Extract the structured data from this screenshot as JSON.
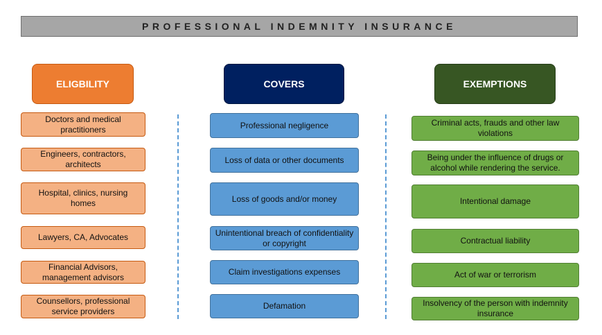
{
  "title": "PROFESSIONAL INDEMNITY INSURANCE",
  "columns": {
    "eligibility": {
      "header": "ELIGBILITY",
      "items": [
        "Doctors and medical practitioners",
        "Engineers, contractors, architects",
        "Hospital, clinics, nursing homes",
        "Lawyers, CA, Advocates",
        "Financial Advisors, management advisors",
        "Counsellors, professional service providers"
      ]
    },
    "covers": {
      "header": "COVERS",
      "items": [
        "Professional negligence",
        "Loss of data or other documents",
        "Loss of goods and/or money",
        "Unintentional breach of confidentiality or copyright",
        "Claim investigations expenses",
        "Defamation"
      ]
    },
    "exemptions": {
      "header": "EXEMPTIONS",
      "items": [
        "Criminal acts, frauds and other law violations",
        "Being under the influence of drugs or alcohol while rendering the service.",
        "Intentional damage",
        "Contractual liability",
        "Act of war or terrorism",
        "Insolvency of the person with indemnity insurance"
      ]
    }
  },
  "colors": {
    "eligibility_header": "#ed7d31",
    "eligibility_item": "#f4b183",
    "covers_header": "#002060",
    "covers_item": "#5b9bd5",
    "exemptions_header": "#375623",
    "exemptions_item": "#70ad47",
    "title_bar": "#a6a6a6"
  }
}
